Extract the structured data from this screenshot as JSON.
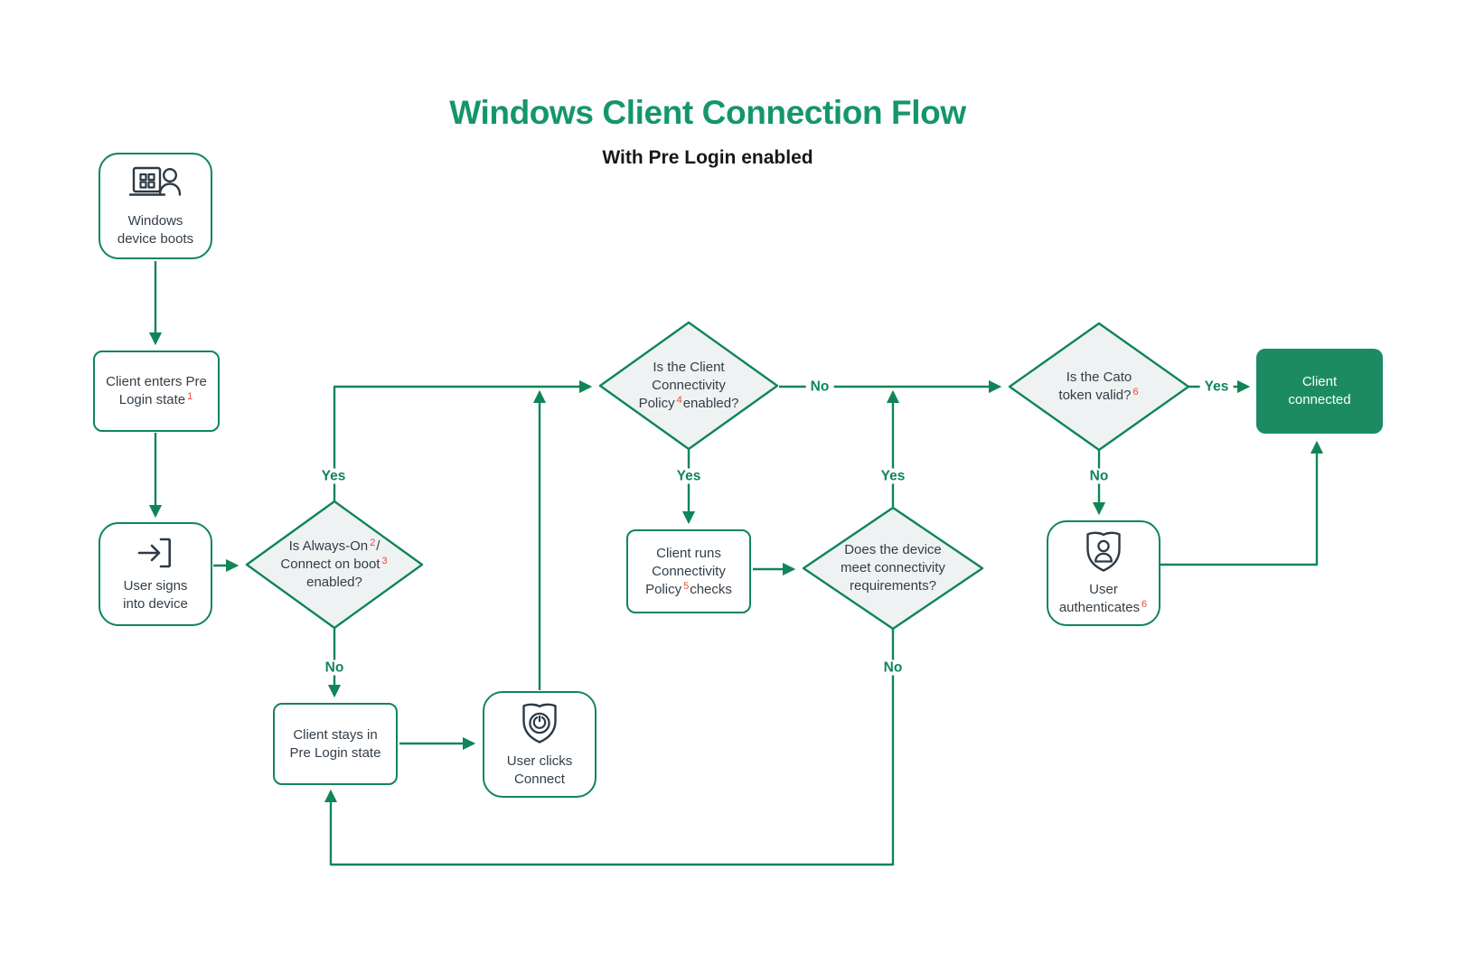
{
  "header": {
    "title": "Windows Client Connection Flow",
    "subtitle": "With Pre Login enabled"
  },
  "colors": {
    "accent_green": "#108558",
    "title_green": "#14966B",
    "connected_fill_green": "#1C8B63",
    "diamond_fill": "#EEF2F2",
    "text_dark": "#333E48",
    "footnote_red": "#E84A3B",
    "icon_dark": "#2C3A45"
  },
  "nodes": {
    "windows_boots": {
      "icon": "laptop-user-icon",
      "label_parts": [
        {
          "text": "Windows"
        },
        {
          "br": true
        },
        {
          "text": "device boots"
        }
      ]
    },
    "pre_login": {
      "label_parts": [
        {
          "text": "Client enters Pre"
        },
        {
          "br": true
        },
        {
          "text": "Login state"
        },
        {
          "text": "1",
          "sup": true
        }
      ]
    },
    "user_signs": {
      "icon": "sign-in-icon",
      "label_parts": [
        {
          "text": "User signs"
        },
        {
          "br": true
        },
        {
          "text": "into device"
        }
      ]
    },
    "always_on": {
      "label_parts": [
        {
          "text": "Is Always-On"
        },
        {
          "text": "2",
          "sup": true
        },
        {
          "text": "/"
        },
        {
          "br": true
        },
        {
          "text": "Connect on boot"
        },
        {
          "text": "3",
          "sup": true
        },
        {
          "br": true
        },
        {
          "text": "enabled?"
        }
      ]
    },
    "stays_prelogin": {
      "label_parts": [
        {
          "text": "Client stays in"
        },
        {
          "br": true
        },
        {
          "text": "Pre Login state"
        }
      ]
    },
    "user_clicks": {
      "icon": "shield-power-icon",
      "label_parts": [
        {
          "text": "User clicks"
        },
        {
          "br": true
        },
        {
          "text": "Connect"
        }
      ]
    },
    "ccp_enabled": {
      "label_parts": [
        {
          "text": "Is the Client"
        },
        {
          "br": true
        },
        {
          "text": "Connectivity"
        },
        {
          "br": true
        },
        {
          "text": "Policy"
        },
        {
          "text": "4",
          "sup": true
        },
        {
          "text": "enabled?"
        }
      ]
    },
    "runs_policy": {
      "label_parts": [
        {
          "text": "Client runs"
        },
        {
          "br": true
        },
        {
          "text": "Connectivity"
        },
        {
          "br": true
        },
        {
          "text": "Policy"
        },
        {
          "text": "5",
          "sup": true
        },
        {
          "text": "checks"
        }
      ]
    },
    "meets_req": {
      "label_parts": [
        {
          "text": "Does the device"
        },
        {
          "br": true
        },
        {
          "text": "meet connectivity"
        },
        {
          "br": true
        },
        {
          "text": "requirements?"
        }
      ]
    },
    "token_valid": {
      "label_parts": [
        {
          "text": "Is the Cato"
        },
        {
          "br": true
        },
        {
          "text": "token valid?"
        },
        {
          "text": "6",
          "sup": true
        }
      ]
    },
    "user_auth": {
      "icon": "shield-user-icon",
      "label_parts": [
        {
          "text": "User"
        },
        {
          "br": true
        },
        {
          "text": "authenticates"
        },
        {
          "text": "6",
          "sup": true
        }
      ]
    },
    "connected": {
      "label_parts": [
        {
          "text": "Client"
        },
        {
          "br": true
        },
        {
          "text": "connected"
        }
      ]
    }
  },
  "edge_labels": {
    "always_on_yes": "Yes",
    "always_on_no": "No",
    "ccp_yes": "Yes",
    "ccp_no": "No",
    "device_yes": "Yes",
    "device_no": "No",
    "token_yes": "Yes",
    "token_no": "No"
  }
}
